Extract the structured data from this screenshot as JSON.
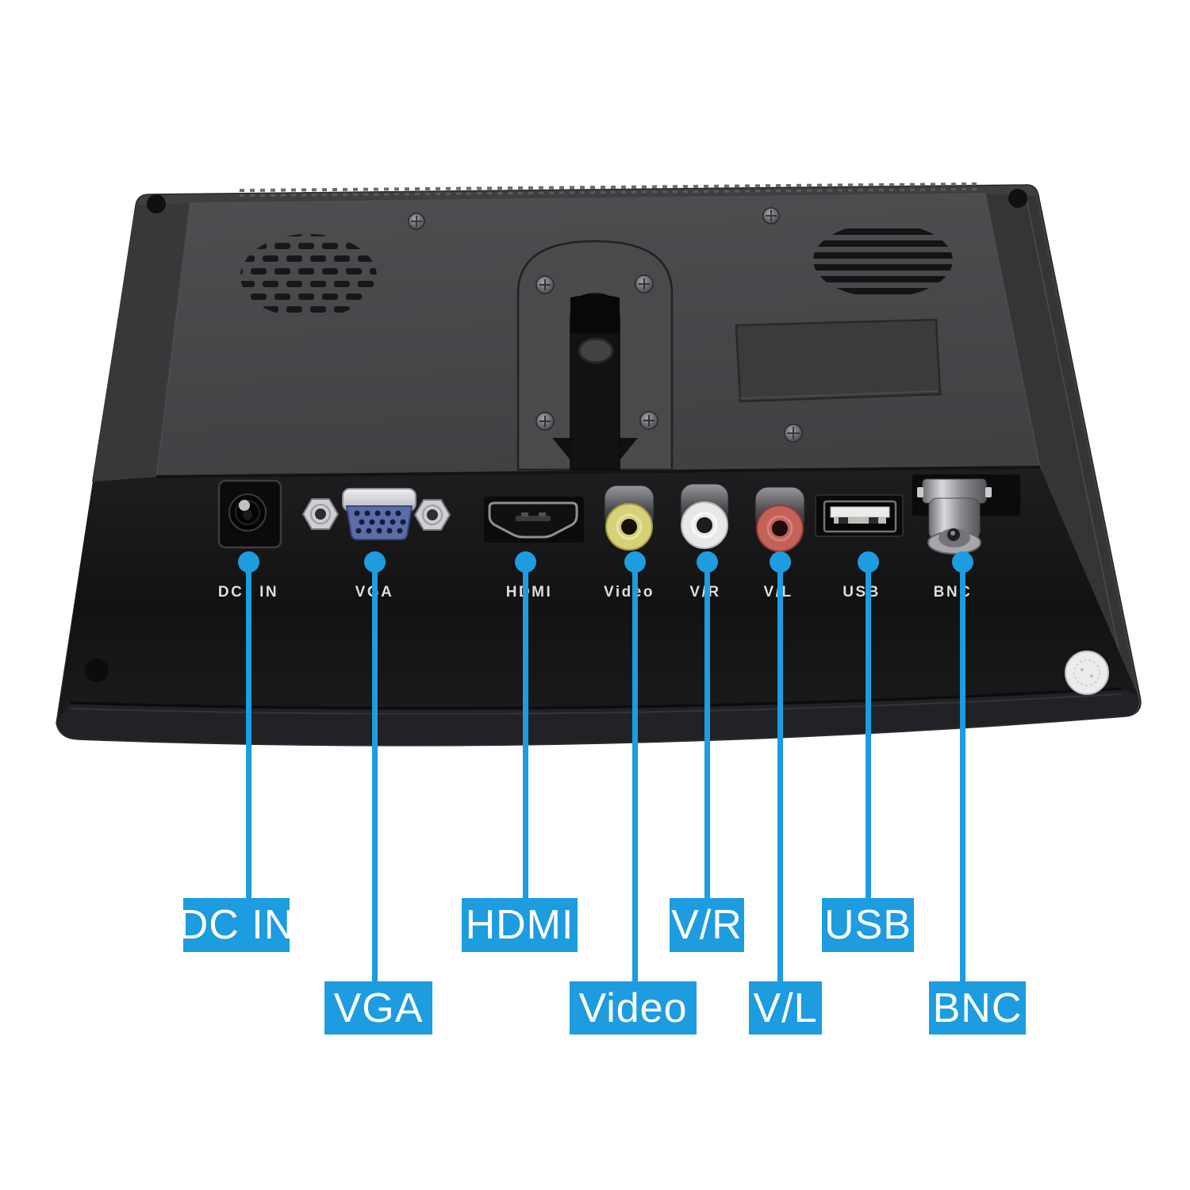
{
  "scene": {
    "description": "Rear view of a black monitor showing its connection ports, each port annotated with a blue callout label",
    "background": "#ffffff"
  },
  "colors": {
    "accent_blue": "#1d9cdf",
    "callout_text": "#ffffff",
    "panel_text": "#dedede",
    "body_gray": "#454548",
    "connector_face_black": "#17171a",
    "rca_yellow": "#d6d079",
    "rca_white": "#e8e8e8",
    "rca_red": "#c4625a",
    "vga_blue": "#5c6ca8"
  },
  "panel_labels": [
    {
      "text": "DC IN"
    },
    {
      "text": "VGA"
    },
    {
      "text": "HDMI"
    },
    {
      "text": "Video"
    },
    {
      "text": "V/R"
    },
    {
      "text": "V/L"
    },
    {
      "text": "USB"
    },
    {
      "text": "BNC"
    }
  ],
  "callouts": [
    {
      "label": "DC IN"
    },
    {
      "label": "VGA"
    },
    {
      "label": "HDMI"
    },
    {
      "label": "Video"
    },
    {
      "label": "V/R"
    },
    {
      "label": "V/L"
    },
    {
      "label": "USB"
    },
    {
      "label": "BNC"
    }
  ],
  "ports": [
    {
      "name": "DC IN",
      "connector": "barrel power jack"
    },
    {
      "name": "VGA",
      "connector": "15-pin D-sub"
    },
    {
      "name": "HDMI",
      "connector": "HDMI type A"
    },
    {
      "name": "Video",
      "connector": "RCA composite",
      "color": "#d6d079"
    },
    {
      "name": "V/R",
      "connector": "RCA audio right",
      "color": "#e8e8e8"
    },
    {
      "name": "V/L",
      "connector": "RCA audio left",
      "color": "#c4625a"
    },
    {
      "name": "USB",
      "connector": "USB type A"
    },
    {
      "name": "BNC",
      "connector": "BNC coax"
    }
  ]
}
